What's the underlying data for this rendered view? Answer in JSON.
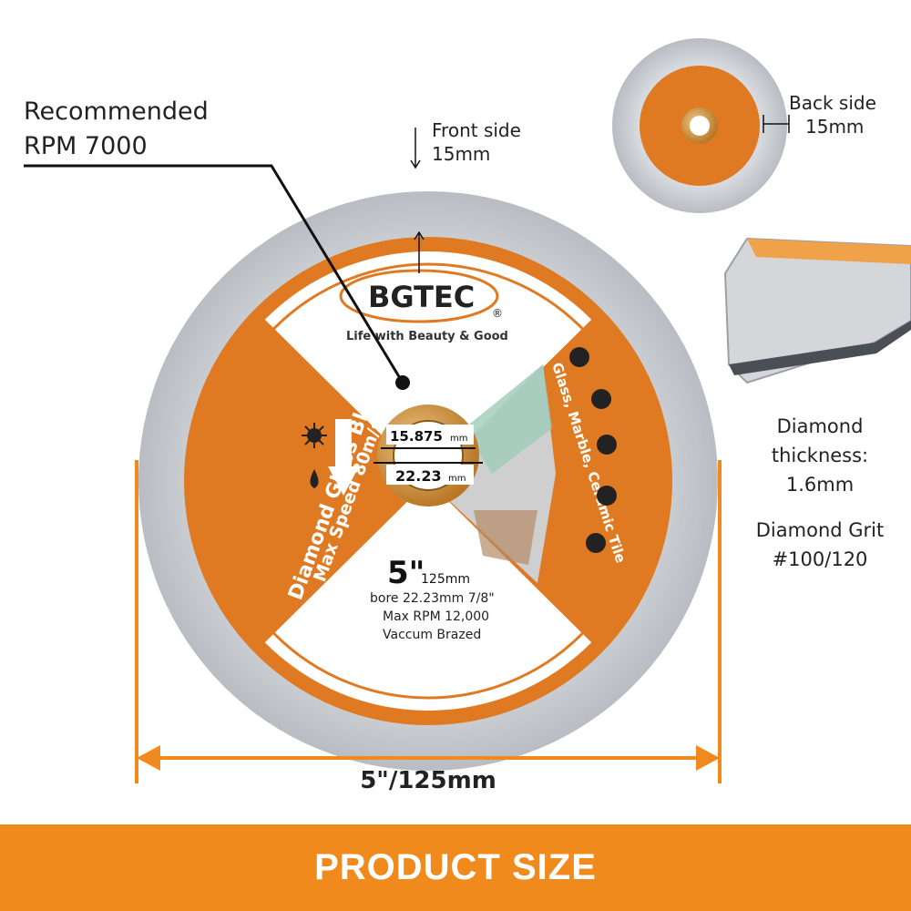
{
  "labels": {
    "recommended_line1": "Recommended",
    "recommended_line2": "RPM 7000",
    "front_line1": "Front side",
    "front_line2": "15mm",
    "back_line1": "Back side",
    "back_line2": "15mm",
    "thickness_line1": "Diamond",
    "thickness_line2": "thickness:",
    "thickness_line3": "1.6mm",
    "grit_line1": "Diamond Grit",
    "grit_line2": "#100/120",
    "dimension": "5\"/125mm"
  },
  "blade": {
    "brand": "BGTEC",
    "registered": "®",
    "slogan": "Life with Beauty & Good",
    "product_name": "Diamond Glass Blade",
    "max_speed": "Max Speed 80m/s",
    "materials": "Glass, Marble, Ceramic Tile",
    "size": "5\"",
    "size_mm": "125mm",
    "bore": "bore 22.23mm 7/8\"",
    "max_rpm": "Max RPM 12,000",
    "method": "Vaccum Brazed",
    "inner_dim": "15.875",
    "inner_unit": "mm",
    "outer_dim": "22.23",
    "outer_unit": "mm"
  },
  "banner": {
    "text": "PRODUCT SIZE"
  },
  "colors": {
    "accent": "#f08a1c",
    "blade_orange": "#e07a22",
    "rim_gray": "#c9cdd2",
    "bore_gold": "#c98a3a"
  }
}
